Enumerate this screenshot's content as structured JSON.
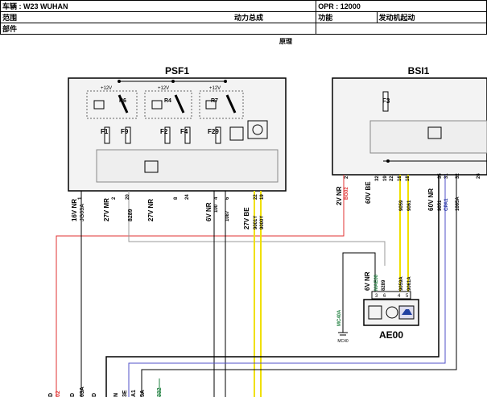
{
  "header": {
    "vehicle": "车辆 : W23 WUHAN",
    "opr": "OPR : 12000",
    "scope_label": "范围",
    "scope_value": "动力总成",
    "function_label": "功能",
    "function_value": "发动机起动",
    "part_label": "部件",
    "principle": "原理"
  },
  "psf1": {
    "title": "PSF1",
    "relays": [
      {
        "name": "R6",
        "supply": "+12V"
      },
      {
        "name": "R4",
        "supply": "+12V"
      },
      {
        "name": "R7",
        "supply": "+12V"
      }
    ],
    "fuses": [
      "F1",
      "F9",
      "F2",
      "F4",
      "F29"
    ],
    "connectors": [
      {
        "name": "16V NR",
        "pins": [
          "1"
        ],
        "wires": [
          "JG03A"
        ]
      },
      {
        "name": "27V MR",
        "pins": [
          "2",
          "20"
        ],
        "wires": [
          "8289"
        ]
      },
      {
        "name": "27V NR",
        "pins": [
          "8",
          "24"
        ],
        "wires": []
      },
      {
        "name": "6V NR",
        "pins": [
          "4",
          "6"
        ],
        "wires": [
          "100",
          "1087"
        ]
      },
      {
        "name": "27V BE",
        "pins": [
          "22",
          "19"
        ],
        "wires": [
          "9001Y",
          "9000Y"
        ]
      }
    ]
  },
  "bsi1": {
    "title": "BSI1",
    "fuse": "F3",
    "connectors": [
      {
        "name": "2V NR",
        "pins": [
          "2"
        ],
        "wires": [
          "BG02"
        ]
      },
      {
        "name": "60V BE",
        "pins": [
          "32",
          "19",
          "22",
          "16",
          "18"
        ],
        "wires": [
          "9059",
          "9061"
        ]
      },
      {
        "name": "60V NR",
        "pins": [
          "35",
          "31",
          "32",
          "26"
        ],
        "wires": [
          "9051",
          "CPA1",
          "1065A"
        ]
      }
    ]
  },
  "ae00": {
    "title": "AE00",
    "connector": "6V NR",
    "pins": [
      "3",
      "6",
      "4",
      "5"
    ],
    "wires": [
      "MAE00",
      "8289",
      "9059A",
      "9061A"
    ],
    "ground_wire": "MC40A",
    "ground": "MC40"
  },
  "bottom_labels": [
    "D",
    "02",
    "D",
    "03A",
    "D",
    "N",
    "3E",
    "A1",
    "5A",
    "332"
  ],
  "colors": {
    "red": "#e03030",
    "yellow": "#f0e000",
    "blue": "#5050c8",
    "black": "#000000",
    "grey": "#999999",
    "green": "#208040",
    "navy": "#2030a0"
  }
}
